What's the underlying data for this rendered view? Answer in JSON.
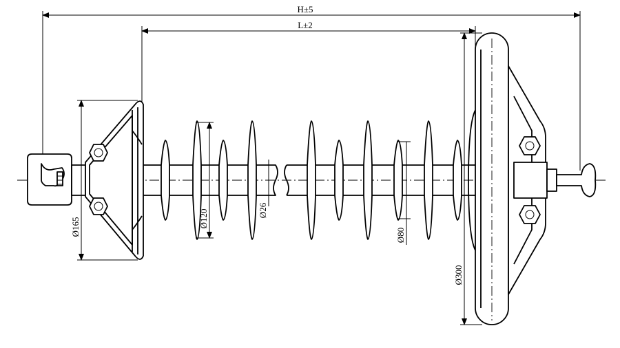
{
  "dimensions": {
    "overall_length": "H±5",
    "section_length": "L±2",
    "base_diameter": "Ø165",
    "large_shed_diameter": "Ø120",
    "core_diameter": "Ø26",
    "small_shed_diameter": "Ø80",
    "grading_ring_diameter": "Ø300"
  }
}
